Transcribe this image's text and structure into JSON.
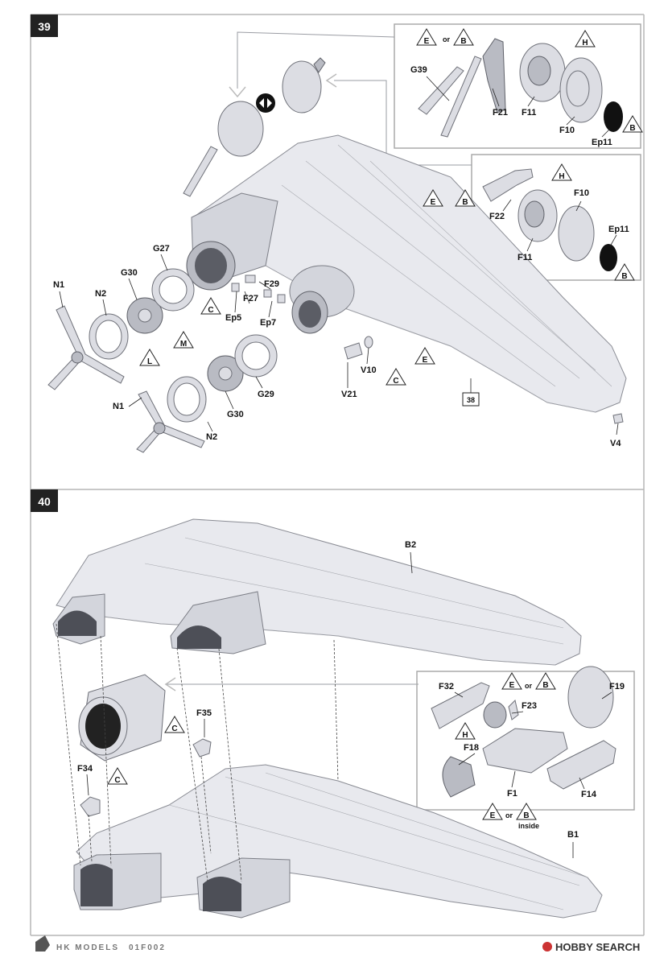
{
  "steps": [
    {
      "number": "39",
      "part_labels": [
        "G39",
        "F21",
        "F11",
        "F10",
        "Ep11",
        "F22",
        "F11",
        "F10",
        "Ep11",
        "N1",
        "N2",
        "G30",
        "G27",
        "F29",
        "F27",
        "Ep5",
        "Ep7",
        "V10",
        "V21",
        "N1",
        "G29",
        "G30",
        "N2",
        "V4"
      ],
      "triangles": [
        "E",
        "B",
        "H",
        "B",
        "E",
        "B",
        "H",
        "B",
        "C",
        "M",
        "L",
        "C",
        "E"
      ],
      "or_text": "or",
      "ref_box": "38"
    },
    {
      "number": "40",
      "part_labels": [
        "B2",
        "F32",
        "F19",
        "F23",
        "F18",
        "F1",
        "F14",
        "F35",
        "F34",
        "B1"
      ],
      "triangles": [
        "E",
        "B",
        "H",
        "C",
        "C",
        "E",
        "B"
      ],
      "or_text": "or",
      "inside_text": "inside"
    }
  ],
  "footer": {
    "brand": "HK MODELS",
    "code": "01F002",
    "watermark": "HOBBY SEARCH"
  },
  "colors": {
    "plastic": "#e8e9ee",
    "step_badge": "#222222"
  }
}
